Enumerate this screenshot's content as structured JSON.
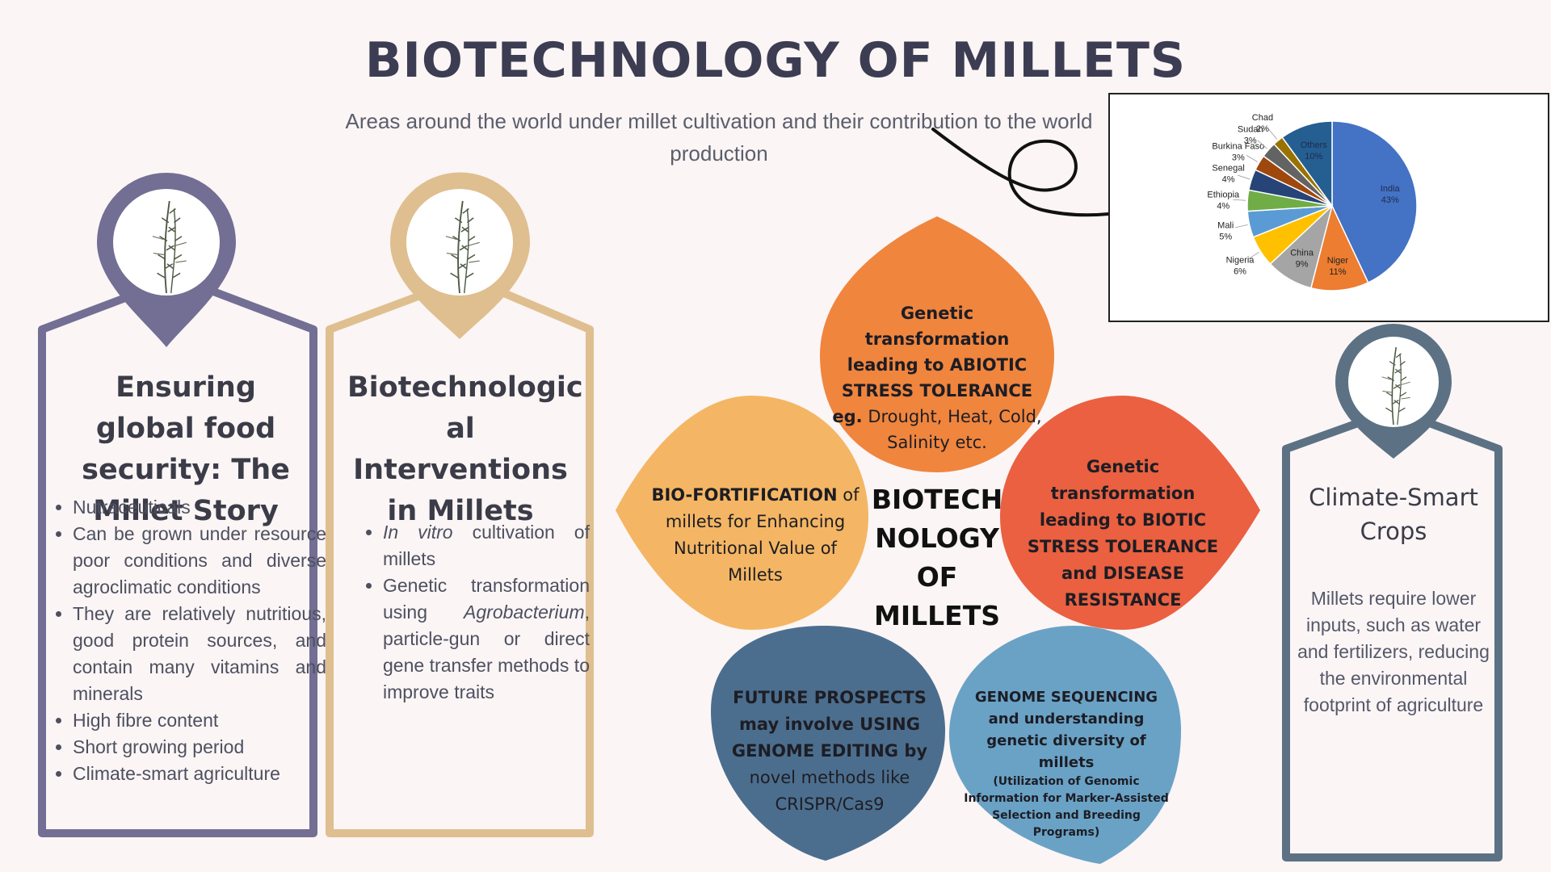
{
  "title": "BIOTECHNOLOGY OF MILLETS",
  "subtitle": "Areas around the world under millet cultivation and their contribution to the world production",
  "colors": {
    "background": "#fbf5f5",
    "card1": "#726e94",
    "card2": "#dfbf8f",
    "card3": "#5c7184",
    "petal_abiotic": "#f0853e",
    "petal_biotic": "#ea6040",
    "petal_biofort": "#f4b664",
    "petal_future": "#4c6e8e",
    "petal_genome": "#6aa2c6"
  },
  "cards": {
    "food_security": {
      "heading": "Ensuring global food security: The Millet Story",
      "bullets": [
        "Nutraceuticals",
        "Can be grown under resource poor conditions and diverse agroclimatic conditions",
        "They are relatively nutritious, good protein sources, and contain many vitamins and minerals",
        "High fibre content",
        "Short growing period",
        "Climate-smart agriculture"
      ],
      "icon": "millet-plant-icon"
    },
    "interventions": {
      "heading": "Biotechnologic al Interventions in Millets",
      "bullet1_italic": "In vitro",
      "bullet1_rest": " cultivation of millets",
      "bullet2_pre": "Genetic transformation using ",
      "bullet2_italic": "Agrobacterium",
      "bullet2_post": ", particle-gun or direct gene transfer methods to improve traits",
      "icon": "millet-plant-icon"
    },
    "climate": {
      "heading": "Climate-Smart Crops",
      "body": "Millets require lower inputs, such as water and fertilizers, reducing the environmental footprint of agriculture",
      "icon": "millet-plant-icon"
    }
  },
  "flower": {
    "center": "BIOTECH NOLOGY OF MILLETS",
    "abiotic": {
      "bold": "Genetic transformation leading to ABIOTIC STRESS TOLERANCE eg.",
      "rest": "Drought, Heat, Cold, Salinity etc."
    },
    "biotic": {
      "bold": "Genetic transformation leading to BIOTIC STRESS TOLERANCE and DISEASE RESISTANCE"
    },
    "biofort": {
      "bold": "BIO-FORTIFICATION",
      "rest": "of millets for Enhancing Nutritional Value of Millets"
    },
    "future": {
      "bold": "FUTURE PROSPECTS may involve USING GENOME EDITING by",
      "rest": "novel methods like CRISPR/Cas9"
    },
    "genome": {
      "bold": "GENOME SEQUENCING and understanding genetic diversity of millets",
      "small": "(Utilization of Genomic Information for Marker-Assisted Selection and Breeding Programs)"
    }
  },
  "chart_data": {
    "type": "pie",
    "categories": [
      "India",
      "Niger",
      "China",
      "Nigeria",
      "Mali",
      "Ethiopia",
      "Senegal",
      "Burkina Faso",
      "Sudan",
      "Chad",
      "Others"
    ],
    "values": [
      43,
      11,
      9,
      6,
      5,
      4,
      4,
      3,
      3,
      2,
      10
    ],
    "value_labels": [
      "43%",
      "11%",
      "9%",
      "6%",
      "5%",
      "4%",
      "4%",
      "3%",
      "3%",
      "2%",
      "10%"
    ],
    "colors": [
      "#4472c4",
      "#ed7d31",
      "#a5a5a5",
      "#ffc000",
      "#5b9bd5",
      "#70ad47",
      "#264478",
      "#9e480e",
      "#636363",
      "#997300",
      "#255e91"
    ],
    "title": "",
    "legend": "none"
  }
}
